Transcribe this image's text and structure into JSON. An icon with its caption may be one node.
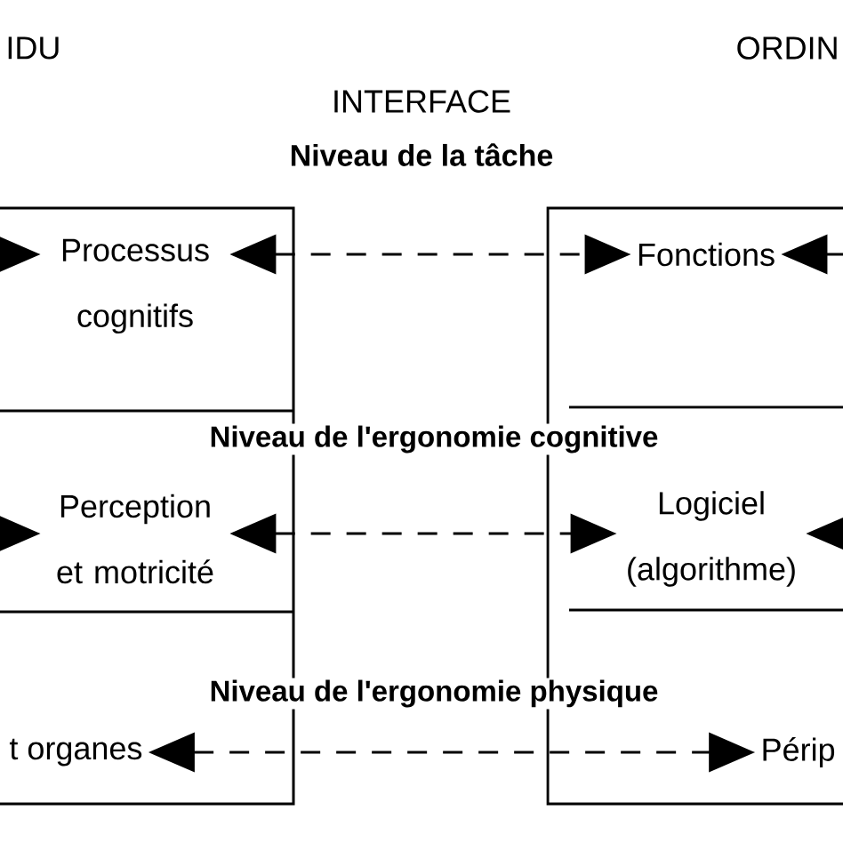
{
  "diagram": {
    "nodes": [
      {
        "text": [
          "Processus cognitifs"
        ]
      },
      {
        "text": [
          "Fonctions"
        ]
      },
      {
        "text": [
          "Perception et motricité"
        ]
      },
      {
        "text": [
          "Logiciel (algorithme)"
        ]
      },
      {
        "text": [
          "t organes"
        ]
      },
      {
        "text": [
          "Périp"
        ]
      }
    ],
    "edges": [
      {
        "from": 0,
        "to": 1,
        "arrow": "both",
        "style": "dashed"
      },
      {
        "from": 2,
        "to": 3,
        "arrow": "both",
        "style": "dashed"
      },
      {
        "from": 4,
        "to": 5,
        "arrow": "both",
        "style": "dashed"
      },
      {
        "from": null,
        "to": 0,
        "arrow": "to"
      },
      {
        "from": null,
        "to": 2,
        "arrow": "to"
      },
      {
        "from": null,
        "to": 1,
        "arrow": "to"
      },
      {
        "from": null,
        "to": 3,
        "arrow": "to"
      }
    ],
    "labels": [
      "IDU",
      "ORDIN",
      "INTERFACE",
      "Niveau de la tâche",
      "Niveau de l'ergonomie cognitive",
      "Niveau de l'ergonomie physique"
    ]
  }
}
